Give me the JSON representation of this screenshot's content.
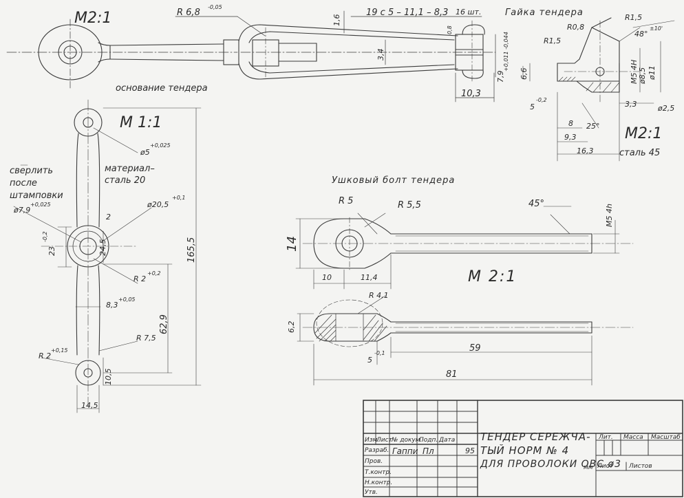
{
  "views": {
    "top_left": {
      "scale": "M2:1",
      "radius": "R 6,8",
      "radius_tol": "-0,05",
      "dim_16": "1,6",
      "dim_34": "3,4",
      "dim_08": "0,8"
    },
    "wire_note": {
      "text": "19 с 5 – 11,1 – 8,3",
      "count": "16 шт."
    },
    "nut": {
      "title": "Гайка тендера",
      "scale": "M2:1",
      "material": "сталь 45",
      "r08": "R0,8",
      "r15": "R1,5",
      "r15b": "R1,5",
      "angle": "48°",
      "angle_tol": "±10'",
      "thread": "M5 4H",
      "d85": "ø8,5",
      "d11": "ø11",
      "dim_79": "7,9",
      "dim_79_tol": "+0,011 -0,044",
      "dim_66": "6,6",
      "dim_5": "5",
      "dim_5_tol": "-0,2",
      "dim_103": "10,3",
      "dim_8": "8",
      "dim_93": "9,3",
      "dim_163": "16,3",
      "dim_33": "3,3",
      "d25": "ø2,5",
      "angle_25": "25°"
    },
    "base": {
      "title": "основание тендера",
      "scale": "M 1:1",
      "material": "материал– сталь 20",
      "note": "сверлить после штамповки",
      "d5": "ø5",
      "d5_tol": "+0,025",
      "d79": "ø7,9",
      "d79_tol": "+0,025",
      "d205": "ø20,5",
      "d205_tol": "+0,1",
      "dim_2": "2",
      "dim_23": "23",
      "dim_23_tol": "-0,2",
      "dim_245": "24,5",
      "r2": "R 2",
      "r2_tol": "+0,2",
      "dim_83": "8,3",
      "dim_83_tol": "+0,05",
      "dim_1655": "165,5",
      "dim_629": "62,9",
      "r75": "R 7,5",
      "r2b": "R 2",
      "r2b_tol": "+0,15",
      "dim_105": "10,5",
      "dim_145": "14,5"
    },
    "eyebolt": {
      "title": "Ушковый болт тендера",
      "scale": "M 2:1",
      "r5": "R 5",
      "r55": "R 5,5",
      "angle": "45°",
      "thread": "M5 4h",
      "dim_14": "14",
      "dim_10": "10",
      "dim_114": "11,4",
      "r41": "R 4,1",
      "dim_62": "6,2",
      "dim_59": "59",
      "dim_81": "81",
      "dim_5": "5",
      "dim_5_tol": "-0,1"
    }
  },
  "title_block": {
    "title_line1": "ТЕНДЕР СЕРЕЖЧА-",
    "title_line2": "ТЫЙ   НОРМ № 4",
    "title_line3": "ДЛЯ ПРОВОЛОКИ ОВС ø3",
    "title_unit": "мм",
    "headers": [
      "Изм.",
      "Лист",
      "№ докум.",
      "Подп.",
      "Дата"
    ],
    "rows": [
      "Разраб.",
      "Пров.",
      "Т.контр.",
      "",
      "Н.контр.",
      "Утв."
    ],
    "developer": "Гаппи",
    "signature": "Пл",
    "year": "95",
    "lit": "Лит.",
    "mass": "Масса",
    "scale": "Масштаб",
    "sheet": "Лист",
    "sheets": "Листов"
  }
}
